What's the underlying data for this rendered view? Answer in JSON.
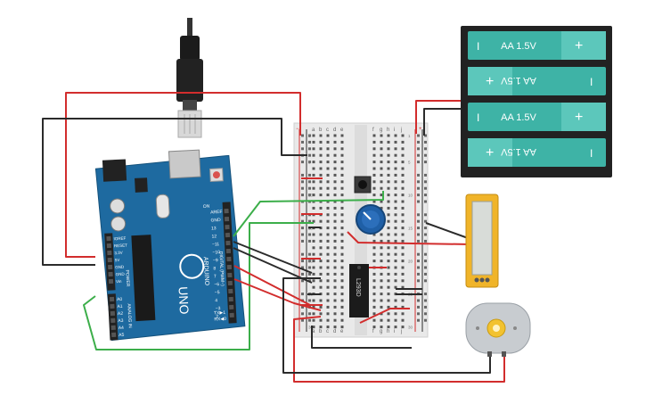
{
  "arduino": {
    "brand": "ARDUINO",
    "model": "UNO",
    "digital_label": "DIGITAL (PWM~)",
    "power_label": "POWER",
    "analog_label": "ANALOG IN",
    "on_label": "ON",
    "tx_label": "TX▶1",
    "rx_label": "RX◀0",
    "top_pins": [
      "AREF",
      "GND",
      "13",
      "12",
      "~11",
      "~10",
      "~9",
      "8",
      "7",
      "~6",
      "~5",
      "4",
      "~3",
      "2"
    ],
    "power_pins": [
      "IOREF",
      "RESET",
      "3.3V",
      "5V",
      "GND",
      "GND",
      "Vin"
    ],
    "analog_pins": [
      "A0",
      "A1",
      "A2",
      "A3",
      "A4",
      "A5"
    ]
  },
  "breadboard": {
    "col_letters_left": [
      "a",
      "b",
      "c",
      "d",
      "e"
    ],
    "col_letters_right": [
      "f",
      "g",
      "h",
      "i",
      "j"
    ],
    "row_numbers": [
      "1",
      "5",
      "10",
      "15",
      "20",
      "25",
      "30"
    ]
  },
  "ic": {
    "label": "L293D"
  },
  "battery": {
    "cells": [
      {
        "label": "AA 1.5V",
        "flipped": false
      },
      {
        "label": "AA 1.5V",
        "flipped": true
      },
      {
        "label": "AA 1.5V",
        "flipped": false
      },
      {
        "label": "AA 1.5V",
        "flipped": true
      }
    ],
    "plus": "+",
    "minus": "I"
  },
  "colors": {
    "arduino_blue": "#1e6aa0",
    "wire_red": "#d22d2d",
    "wire_black": "#2b2b2b",
    "wire_green": "#3cae4a",
    "battery_teal": "#3eb3a6",
    "battery_dark": "#222222",
    "potentiometer": "#1f5fa6",
    "lcd_frame": "#f0b429",
    "motor_gray": "#c8ccd0"
  }
}
